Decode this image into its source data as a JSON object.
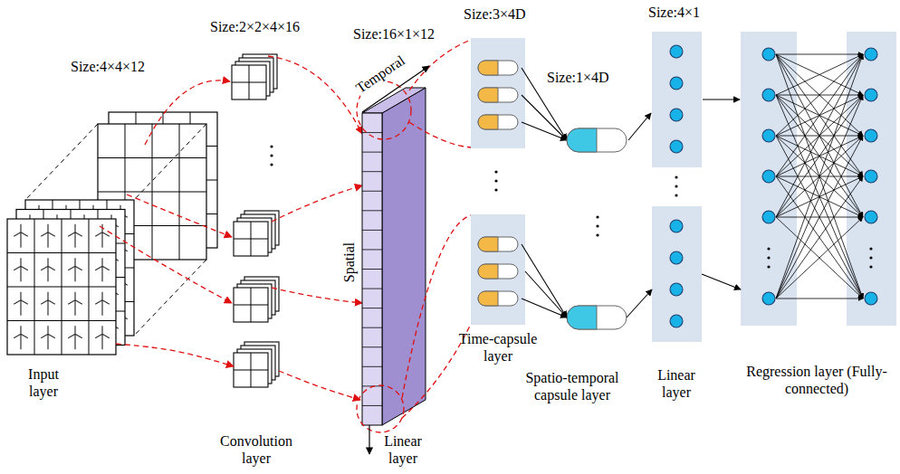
{
  "diagram": {
    "nodes": [
      {
        "text": [
          "Input layer"
        ]
      },
      {
        "text": [
          "Convolution layer"
        ]
      },
      {
        "text": [
          "Linear layer"
        ]
      },
      {
        "text": [
          "Time-capsule layer"
        ]
      },
      {
        "text": [
          "Spatio-temporal capsule layer"
        ]
      },
      {
        "text": [
          "Linear layer"
        ]
      },
      {
        "text": [
          "Regression layer (Fully-connected)"
        ]
      }
    ],
    "edges": [
      {
        "from": 0,
        "to": 1,
        "arrow": "to"
      },
      {
        "from": 1,
        "to": 2,
        "arrow": "to"
      },
      {
        "from": 3,
        "to": 4,
        "arrow": "to"
      },
      {
        "from": 4,
        "to": 5,
        "arrow": "to"
      },
      {
        "from": 5,
        "to": 6,
        "arrow": "to"
      }
    ],
    "labels": [
      "Size:4×4×12",
      "Size:2×2×4×16",
      "Size:16×1×12",
      "Size:3×4D",
      "Size:1×4D",
      "Size:4×1",
      "Temporal",
      "Spatial"
    ]
  }
}
